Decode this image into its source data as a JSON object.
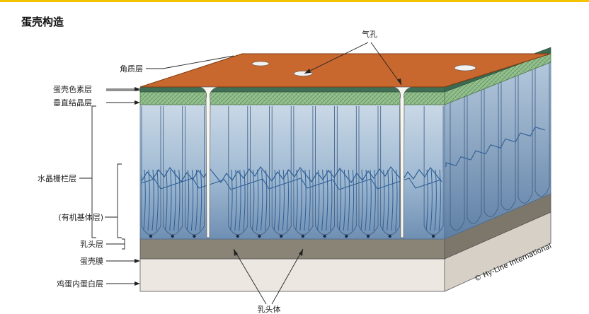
{
  "title": "蛋壳构造",
  "labels": {
    "cuticle": "角质层",
    "pigment_layer": "蛋壳色素层",
    "vertical_crystal": "垂直结晶层",
    "palisade": "水晶栅栏层",
    "organic_matrix": "(有机基体层)",
    "mammillary": "乳头层",
    "membrane": "蛋壳膜",
    "albumen": "鸡蛋内蛋白层",
    "pores": "气孔",
    "mammillary_knobs": "乳头体"
  },
  "copyright": "© Hy-Line International",
  "colors": {
    "accent_bar": "#f3c300",
    "cuticle": "#c8672e",
    "crystal_layer": "#8fb98a",
    "palisade": "#a9c0d6",
    "fibers": "#2f5f95",
    "membrane": "#8a8477",
    "albumen": "#ece8e1"
  }
}
